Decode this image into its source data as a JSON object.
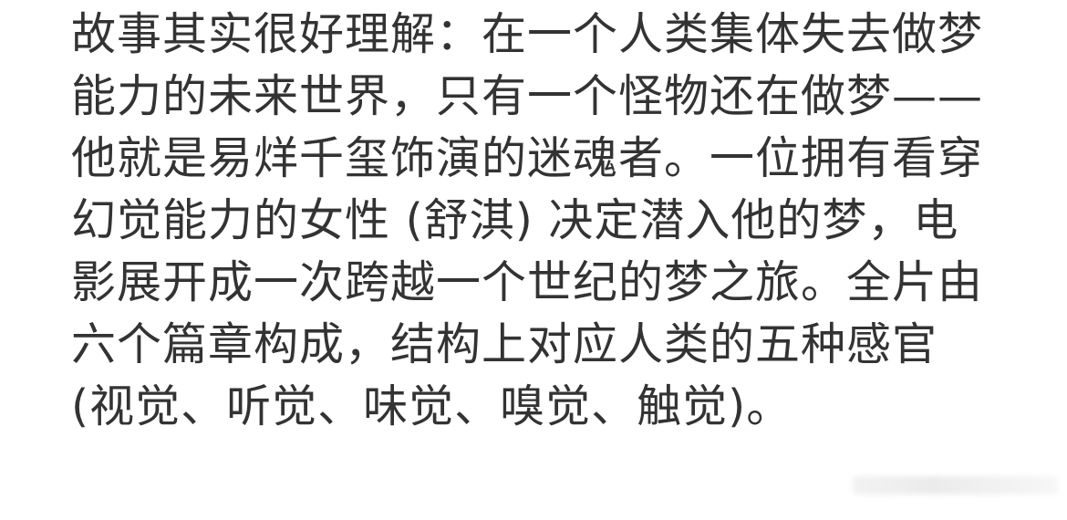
{
  "paragraph": {
    "lines": [
      "故事其实很好理解：在一个人类集体失去做梦",
      "能力的未来世界，只有一个怪物还在做梦——",
      "他就是易烊千玺饰演的迷魂者。一位拥有看穿",
      "幻觉能力的女性 (舒淇) 决定潜入他的梦，电",
      "影展开成一次跨越一个世纪的梦之旅。全片由",
      "六个篇章构成，结构上对应人类的五种感官",
      " (视觉、听觉、味觉、嗅觉、触觉)。"
    ]
  },
  "colors": {
    "text": "#333333",
    "background": "#ffffff"
  }
}
